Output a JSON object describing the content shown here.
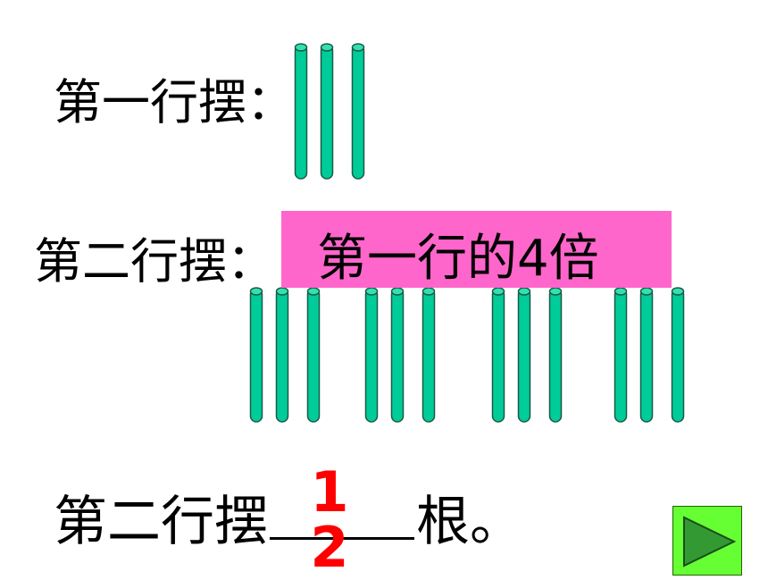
{
  "row1": {
    "label": "第一行摆：",
    "stick_count": 3
  },
  "row2": {
    "label": "第二行摆：",
    "highlight": "第一行的4倍",
    "group_count": 4,
    "sticks_per_group": 3
  },
  "question": {
    "prefix": "第二行摆",
    "suffix": "根。"
  },
  "answer": {
    "digit1": "1",
    "digit2": "2"
  },
  "colors": {
    "stick": "#00cc99",
    "highlight": "#ff66cc",
    "answer": "#ff0000",
    "button": "#66ff33"
  },
  "icons": {
    "play": "play-triangle-icon"
  }
}
